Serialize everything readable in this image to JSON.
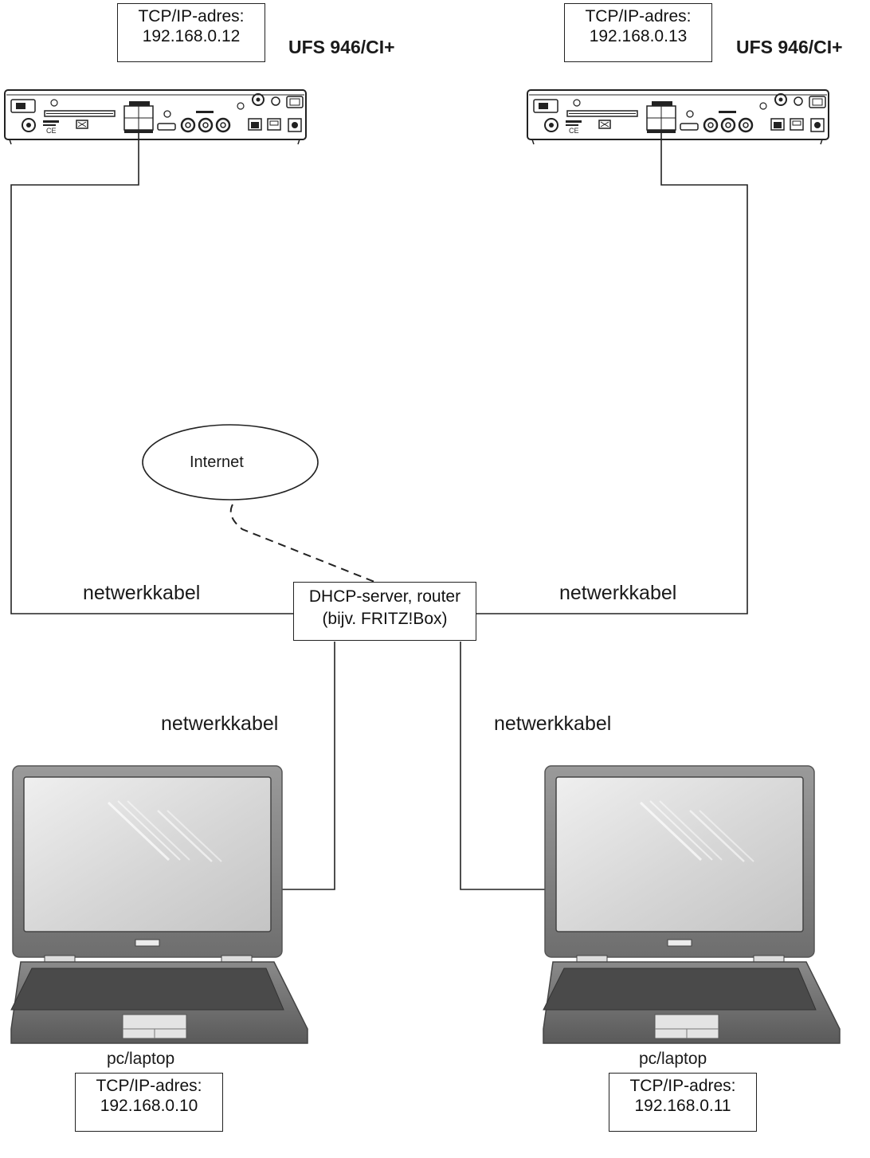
{
  "receivers": [
    {
      "ip_title": "TCP/IP-adres:",
      "ip": "192.168.0.12",
      "model": "UFS 946/CI+"
    },
    {
      "ip_title": "TCP/IP-adres:",
      "ip": "192.168.0.13",
      "model": "UFS 946/CI+"
    }
  ],
  "internet": {
    "label": "Internet"
  },
  "router": {
    "line1": "DHCP-server, router",
    "line2": "(bijv. FRITZ!Box)"
  },
  "cables": {
    "left_top": "netwerkkabel",
    "right_top": "netwerkkabel",
    "left_bottom": "netwerkkabel",
    "right_bottom": "netwerkkabel"
  },
  "pcs": [
    {
      "label": "pc/laptop",
      "ip_title": "TCP/IP-adres:",
      "ip": "192.168.0.10"
    },
    {
      "label": "pc/laptop",
      "ip_title": "TCP/IP-adres:",
      "ip": "192.168.0.11"
    }
  ],
  "colors": {
    "line": "#222222",
    "laptop_body": "#7a7a7a",
    "screen": "#d8d8d8",
    "keys": "#3a3a3a"
  }
}
